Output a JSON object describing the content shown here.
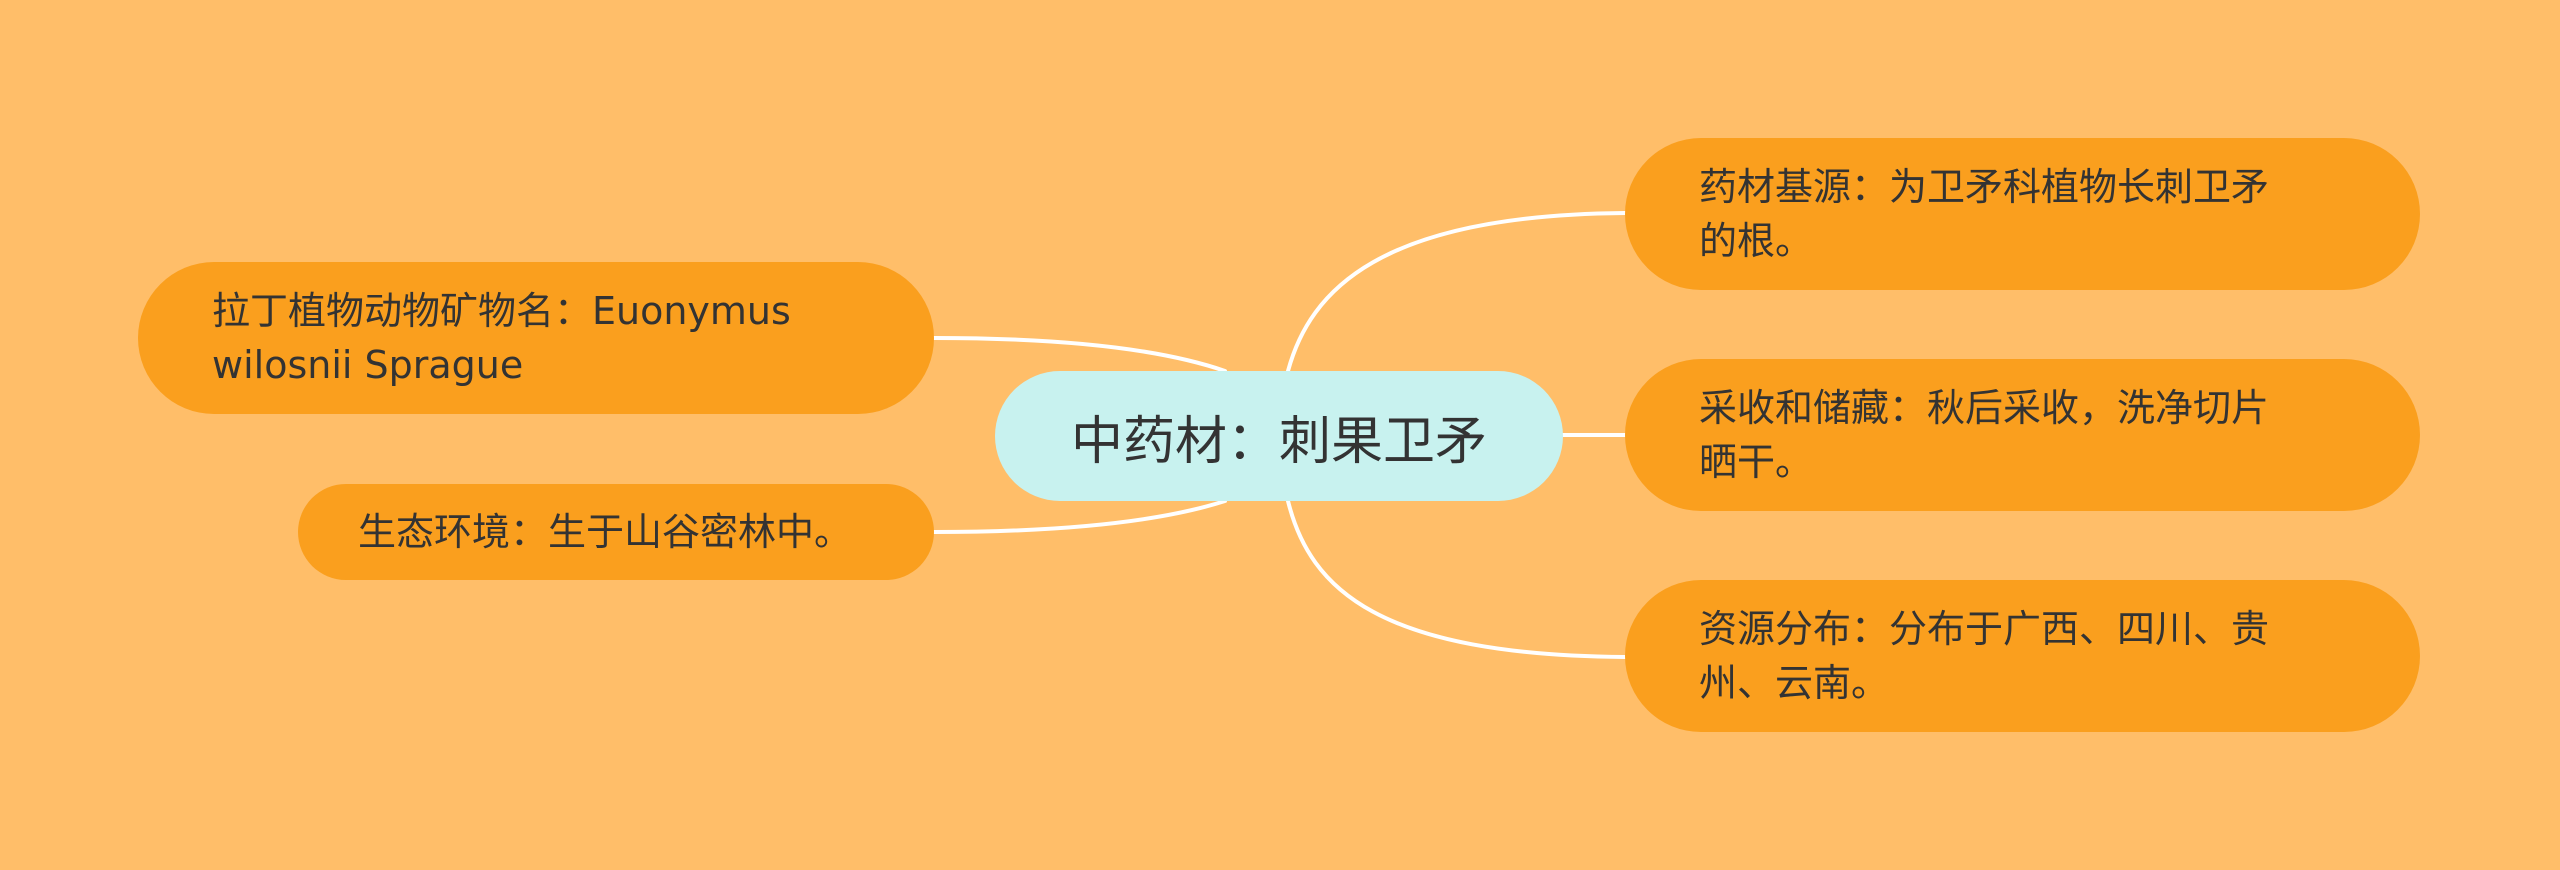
{
  "colors": {
    "background": "#FFBE69",
    "center_fill": "#C8F2EF",
    "branch_fill": "#FA9F1E",
    "connector": "#FFFFFF",
    "text": "#333333"
  },
  "center": {
    "label": "中药材：刺果卫矛"
  },
  "left_branches": [
    {
      "line1": "拉丁植物动物矿物名：Euonymus",
      "line2": "wilosnii Sprague"
    },
    {
      "line1": "生态环境：生于山谷密林中。"
    }
  ],
  "right_branches": [
    {
      "line1": "药材基源：为卫矛科植物长刺卫矛",
      "line2": "的根。"
    },
    {
      "line1": "采收和储藏：秋后采收，洗净切片",
      "line2": "晒干。"
    },
    {
      "line1": "资源分布：分布于广西、四川、贵",
      "line2": "州、云南。"
    }
  ]
}
